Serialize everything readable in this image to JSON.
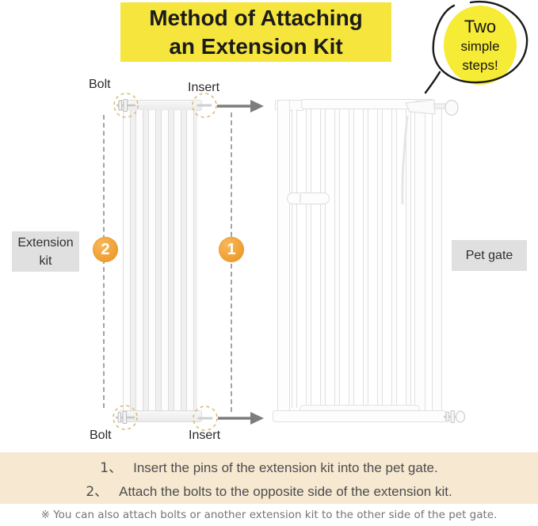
{
  "title": {
    "line1": "Method of Attaching",
    "line2": "an Extension Kit"
  },
  "badge": {
    "lines": [
      "Two",
      "simple",
      "steps!"
    ]
  },
  "diagram": {
    "bolt_top_label": "Bolt",
    "insert_top_label": "Insert",
    "bolt_bottom_label": "Bolt",
    "insert_bottom_label": "Insert",
    "extension_kit_label": "Extension kit",
    "pet_gate_label": "Pet gate",
    "step1_marker": "1",
    "step2_marker": "2"
  },
  "instructions": {
    "items": [
      {
        "num": "1、",
        "text": "Insert the pins of the extension kit into the pet gate."
      },
      {
        "num": "2、",
        "text": "Attach the bolts to the opposite side of the extension kit."
      }
    ],
    "footnote": "※ You can also attach bolts or another extension kit to the other side of the pet gate."
  },
  "colors": {
    "banner_yellow": "#F5E53D",
    "badge_yellow": "#F6EB35",
    "step_orange": "#EF9D2F",
    "dashed_tan": "#D9BE78",
    "arrow_gray": "#7D7D7D",
    "label_box_gray": "#E0E0E0",
    "band_beige": "#F6E8D1",
    "line_gray": "#E0E0E0"
  }
}
